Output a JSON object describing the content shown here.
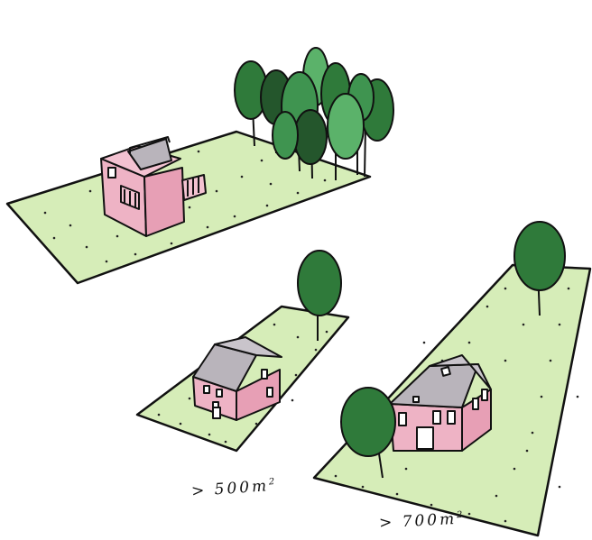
{
  "labels": {
    "plot_medium": {
      "comparator": ">",
      "value": "500",
      "unit": "m",
      "exponent": "2"
    },
    "plot_large": {
      "comparator": ">",
      "value": "700",
      "unit": "m",
      "exponent": "2"
    }
  },
  "palette": {
    "lawn": "#d6edb8",
    "house_pink": "#eeb3c5",
    "roof_grey": "#b9b4bb",
    "tree_dark": "#2f7a3a",
    "tree_mid": "#3f9450",
    "tree_light": "#5bb26a",
    "tree_shadow": "#24562c",
    "ink": "#111111"
  }
}
